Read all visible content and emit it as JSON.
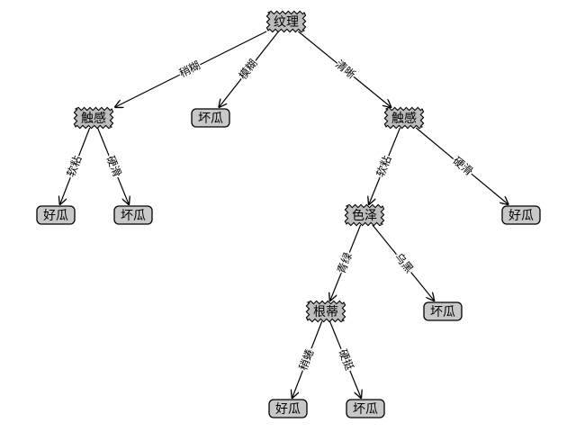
{
  "tree": {
    "nodes": [
      {
        "id": "n_texture",
        "kind": "decision",
        "label": "纹理"
      },
      {
        "id": "n_touch1",
        "kind": "decision",
        "label": "触感"
      },
      {
        "id": "n_leaf_bad1",
        "kind": "leaf",
        "label": "坏瓜"
      },
      {
        "id": "n_touch2",
        "kind": "decision",
        "label": "触感"
      },
      {
        "id": "n_leaf_good1",
        "kind": "leaf",
        "label": "好瓜"
      },
      {
        "id": "n_leaf_bad2",
        "kind": "leaf",
        "label": "坏瓜"
      },
      {
        "id": "n_color",
        "kind": "decision",
        "label": "色泽"
      },
      {
        "id": "n_leaf_good2",
        "kind": "leaf",
        "label": "好瓜"
      },
      {
        "id": "n_root",
        "kind": "decision",
        "label": "根蒂"
      },
      {
        "id": "n_leaf_bad3",
        "kind": "leaf",
        "label": "坏瓜"
      },
      {
        "id": "n_leaf_good3",
        "kind": "leaf",
        "label": "好瓜"
      },
      {
        "id": "n_leaf_bad4",
        "kind": "leaf",
        "label": "坏瓜"
      }
    ],
    "edges": [
      {
        "from": "n_texture",
        "to": "n_touch1",
        "label": "稍糊"
      },
      {
        "from": "n_texture",
        "to": "n_leaf_bad1",
        "label": "模糊"
      },
      {
        "from": "n_texture",
        "to": "n_touch2",
        "label": "清晰"
      },
      {
        "from": "n_touch1",
        "to": "n_leaf_good1",
        "label": "软粘"
      },
      {
        "from": "n_touch1",
        "to": "n_leaf_bad2",
        "label": "硬滑"
      },
      {
        "from": "n_touch2",
        "to": "n_color",
        "label": "软粘"
      },
      {
        "from": "n_touch2",
        "to": "n_leaf_good2",
        "label": "硬滑"
      },
      {
        "from": "n_color",
        "to": "n_root",
        "label": "青绿"
      },
      {
        "from": "n_color",
        "to": "n_leaf_bad3",
        "label": "乌黑"
      },
      {
        "from": "n_root",
        "to": "n_leaf_good3",
        "label": "稍蜷"
      },
      {
        "from": "n_root",
        "to": "n_leaf_bad4",
        "label": "硬挺"
      }
    ]
  },
  "colors": {
    "decision_fill": "#bdbdbd",
    "leaf_fill": "#c8c8c8",
    "stroke": "#000000"
  }
}
